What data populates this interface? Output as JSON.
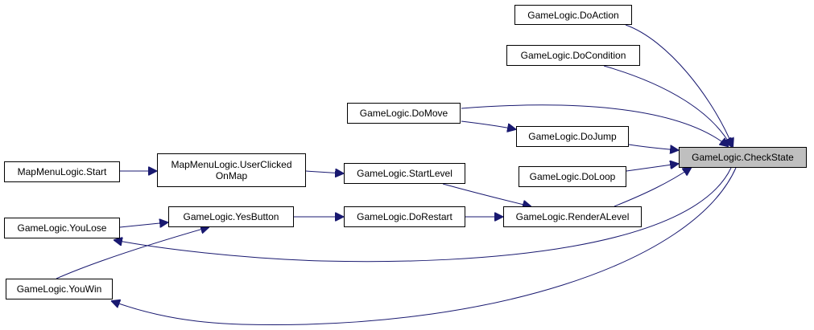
{
  "colors": {
    "edge": "#191970",
    "node_border": "#000000",
    "focus_fill": "#bfbfbf",
    "background": "#ffffff"
  },
  "nodes": {
    "check_state": "GameLogic.CheckState",
    "do_action": "GameLogic.DoAction",
    "do_condition": "GameLogic.DoCondition",
    "do_move": "GameLogic.DoMove",
    "do_jump": "GameLogic.DoJump",
    "do_loop": "GameLogic.DoLoop",
    "render_a_level": "GameLogic.RenderALevel",
    "start_level": "GameLogic.StartLevel",
    "do_restart": "GameLogic.DoRestart",
    "yes_button": "GameLogic.YesButton",
    "user_clicked_on_map_line1": "MapMenuLogic.UserClicked",
    "user_clicked_on_map_line2": "OnMap",
    "map_menu_start": "MapMenuLogic.Start",
    "you_lose": "GameLogic.YouLose",
    "you_win": "GameLogic.YouWin"
  },
  "edges": [
    [
      "do_action",
      "check_state"
    ],
    [
      "do_condition",
      "check_state"
    ],
    [
      "do_move",
      "check_state"
    ],
    [
      "do_move",
      "do_jump"
    ],
    [
      "do_jump",
      "check_state"
    ],
    [
      "do_loop",
      "check_state"
    ],
    [
      "render_a_level",
      "check_state"
    ],
    [
      "start_level",
      "render_a_level"
    ],
    [
      "do_restart",
      "render_a_level"
    ],
    [
      "yes_button",
      "do_restart"
    ],
    [
      "user_clicked_on_map",
      "start_level"
    ],
    [
      "map_menu_start",
      "user_clicked_on_map"
    ],
    [
      "you_lose",
      "yes_button"
    ],
    [
      "you_win",
      "yes_button"
    ],
    [
      "check_state",
      "you_lose"
    ],
    [
      "check_state",
      "you_win"
    ]
  ]
}
